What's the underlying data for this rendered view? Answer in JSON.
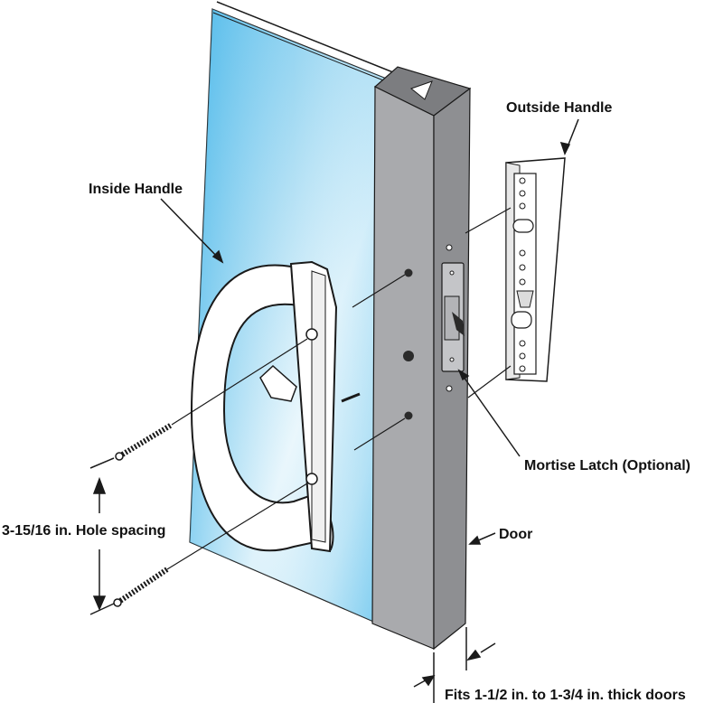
{
  "labels": {
    "outside_handle": "Outside Handle",
    "inside_handle": "Inside Handle",
    "mortise_latch": "Mortise Latch (Optional)",
    "hole_spacing": "3-15/16 in. Hole spacing",
    "door": "Door",
    "thickness": "Fits 1-1/2 in. to 1-3/4 in. thick doors"
  },
  "colors": {
    "glass_light": "#e8f6fc",
    "glass_mid": "#9ed8f2",
    "glass_dark": "#3cb2e8",
    "frame_face": "#a9aaad",
    "frame_side": "#8e8f92",
    "frame_top": "#7c7d80",
    "line": "#1a1a1a"
  }
}
